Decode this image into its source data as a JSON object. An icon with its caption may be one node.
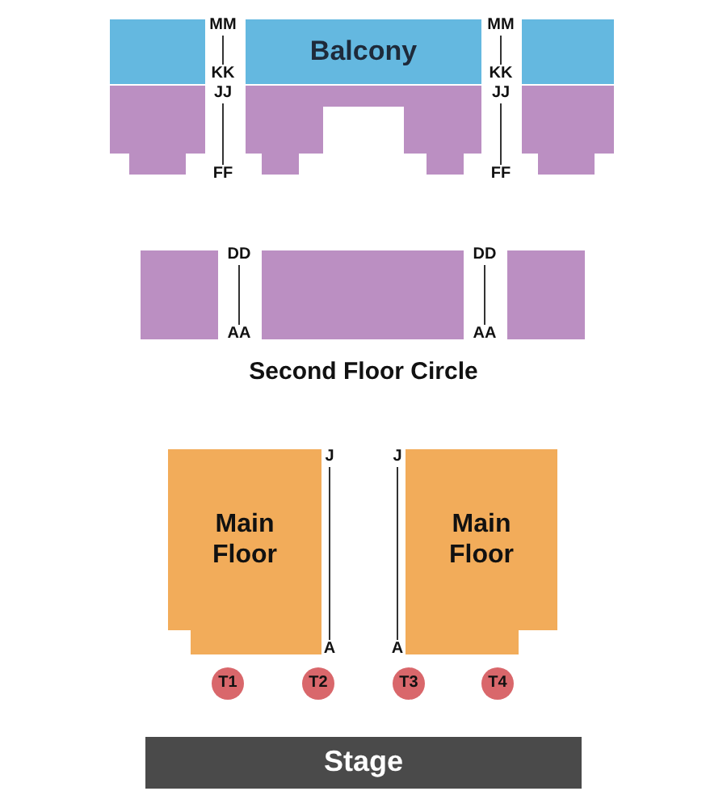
{
  "diagram": {
    "nodes": [
      {
        "text": [],
        "shape": "box"
      },
      {
        "text": [
          "Balcony"
        ]
      },
      {
        "text": [],
        "shape": "box"
      },
      {
        "text": [],
        "shape": "box"
      },
      {
        "text": [],
        "shape": "box"
      },
      {
        "text": [],
        "shape": "box"
      },
      {
        "text": [],
        "shape": "box"
      },
      {
        "text": [],
        "shape": "box"
      },
      {
        "text": [],
        "shape": "box"
      },
      {
        "text": [
          "Main Floor"
        ]
      },
      {
        "text": [
          "Main Floor"
        ]
      },
      {
        "text": [
          "T1"
        ]
      },
      {
        "text": [
          "T2"
        ]
      },
      {
        "text": [
          "T3"
        ]
      },
      {
        "text": [
          "T4"
        ]
      },
      {
        "text": [
          "Stage"
        ]
      }
    ],
    "edges": [],
    "labels": [
      "MM",
      "MM",
      "KK",
      "KK",
      "JJ",
      "JJ",
      "FF",
      "FF",
      "DD",
      "DD",
      "AA",
      "AA",
      "Second Floor Circle",
      "J",
      "J",
      "A",
      "A"
    ]
  }
}
